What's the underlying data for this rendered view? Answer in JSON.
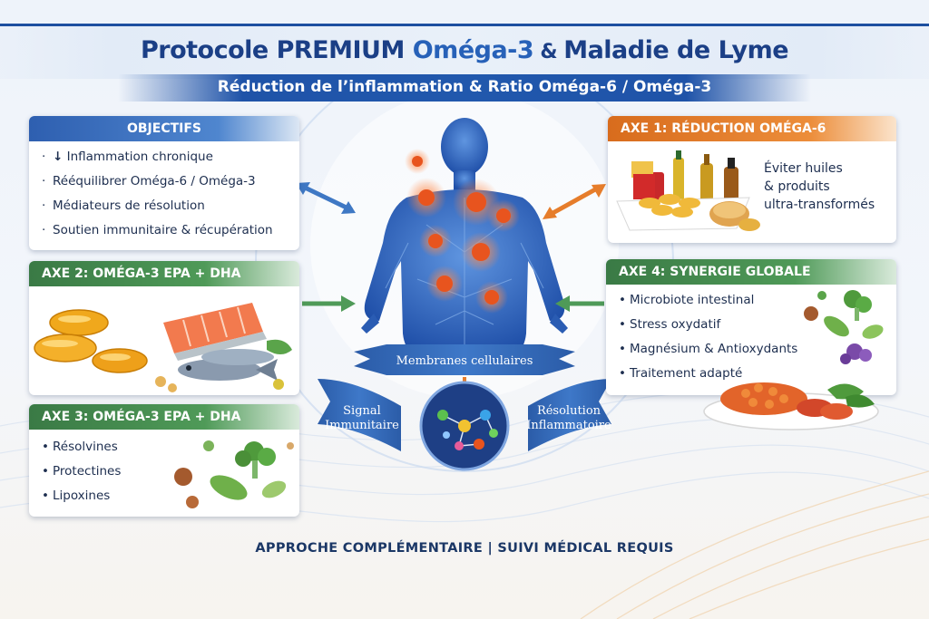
{
  "header": {
    "title_part1": "Protocole PREMIUM ",
    "title_part2": "Oméga-3",
    "title_amp": " & ",
    "title_part3": "Maladie de Lyme",
    "subtitle": "Réduction de l’inflammation & Ratio Oméga-6 / Oméga-3"
  },
  "objectifs": {
    "title": "OBJECTIFS",
    "items": [
      {
        "prefix": "·",
        "arrow": "↓",
        "text": "Inflammation chronique"
      },
      {
        "prefix": "·",
        "arrow": "",
        "text": "Rééquilibrer Oméga-6 / Oméga-3"
      },
      {
        "prefix": "·",
        "arrow": "",
        "text": "Médiateurs de résolution"
      },
      {
        "prefix": "·",
        "arrow": "",
        "text": "Soutien immunitaire & récupération"
      }
    ]
  },
  "axe2": {
    "title": "AXE 2: OMÉGA-3 EPA + DHA"
  },
  "axe3": {
    "title": "AXE 3: OMÉGA-3 EPA + DHA",
    "items": [
      {
        "prefix": "•",
        "text": "Résolvines"
      },
      {
        "prefix": "•",
        "text": "Protectines"
      },
      {
        "prefix": "•",
        "text": "Lipoxines"
      }
    ]
  },
  "axe1": {
    "title": "AXE 1: RÉDUCTION OMÉGA-6",
    "lines": [
      "Éviter huiles",
      "& produits",
      "ultra-transformés"
    ]
  },
  "axe4": {
    "title": "AXE 4: SYNERGIE GLOBALE",
    "items": [
      {
        "prefix": "•",
        "text": "Microbiote intestinal"
      },
      {
        "prefix": "•",
        "text": "Stress oxydatif"
      },
      {
        "prefix": "•",
        "text": "Magnésium & Antioxydants"
      },
      {
        "prefix": "•",
        "text": "Traitement adapté"
      }
    ]
  },
  "center": {
    "membranes": "Membranes cellulaires",
    "signal_line1": "Signal",
    "signal_line2": "Immunitaire",
    "resolution_line1": "Résolution",
    "resolution_line2": "Inflammatoire"
  },
  "footer": "APPROCHE COMPLÉMENTAIRE | SUIVI MÉDICAL REQUIS",
  "icons": [
    "human-body-icon",
    "inflammation-cell-icon",
    "molecule-icon",
    "fish-oil-capsule-icon",
    "salmon-icon",
    "fish-icon",
    "junk-food-icon",
    "oil-bottle-icon",
    "broccoli-icon",
    "microbe-icon",
    "vegetable-plate-icon"
  ],
  "colors": {
    "primary_blue": "#1f53a8",
    "green": "#4f9a58",
    "orange": "#e67d2b",
    "inflammation": "#e8541e"
  }
}
